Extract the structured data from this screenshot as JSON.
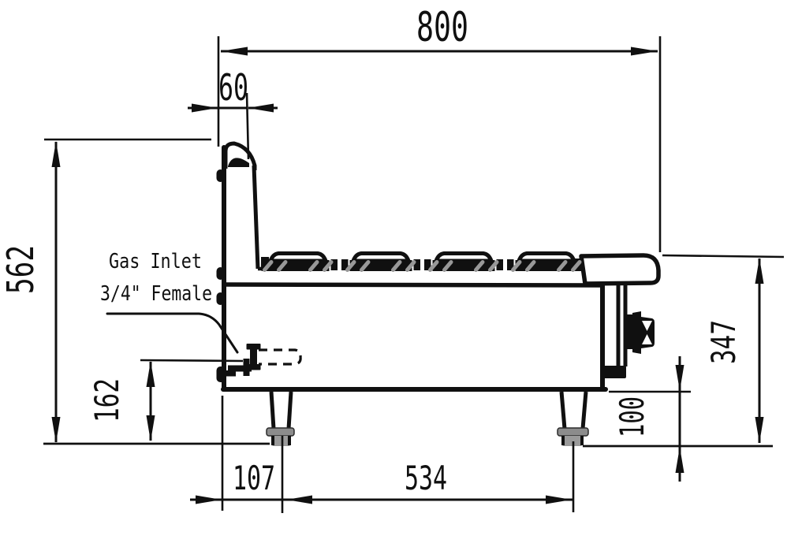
{
  "colors": {
    "ink": "#101010",
    "background": "#ffffff",
    "foot_gray": "#8c8c8c",
    "foot_gray_dark": "#9a9a9a",
    "tick_gray": "#989898"
  },
  "dimensions": {
    "overall_width_mm": "800",
    "backsplash_depth_mm": "60",
    "overall_height_mm": "562",
    "gas_inlet_height_mm": "162",
    "back_to_front_leg_mm": "107",
    "leg_spacing_mm": "534",
    "clearance_height_mm": "100",
    "front_height_mm": "347"
  },
  "callout": {
    "line1": "Gas Inlet",
    "line2": "3/4\" Female"
  }
}
